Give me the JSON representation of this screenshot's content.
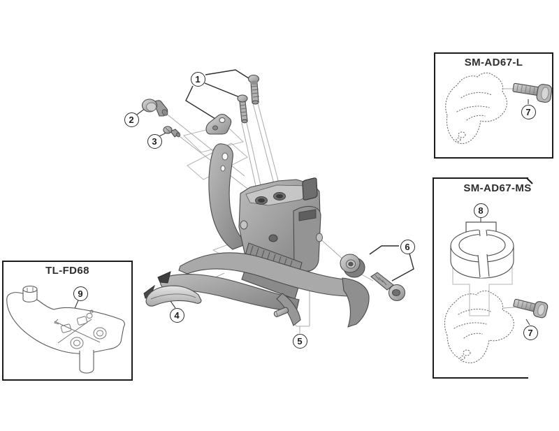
{
  "figure": {
    "type": "exploded-parts-diagram",
    "subject": "front derailleur assembly with clamp band adapters and tool"
  },
  "palette": {
    "background": "#ffffff",
    "outline": "#4a4a4a",
    "part_fill": "#a8a8a8",
    "box_border": "#1c1c1c",
    "ghost_dots": "#6f6f6f"
  },
  "boxes": {
    "top_right": {
      "title": "SM-AD67-L"
    },
    "mid_right": {
      "title": "SM-AD67-MS"
    },
    "bottom_left": {
      "title": "TL-FD68"
    }
  },
  "callouts": {
    "c1": "1",
    "c2": "2",
    "c3": "3",
    "c4": "4",
    "c5": "5",
    "c6": "6",
    "c7": "7",
    "c8": "8",
    "c9": "9"
  }
}
